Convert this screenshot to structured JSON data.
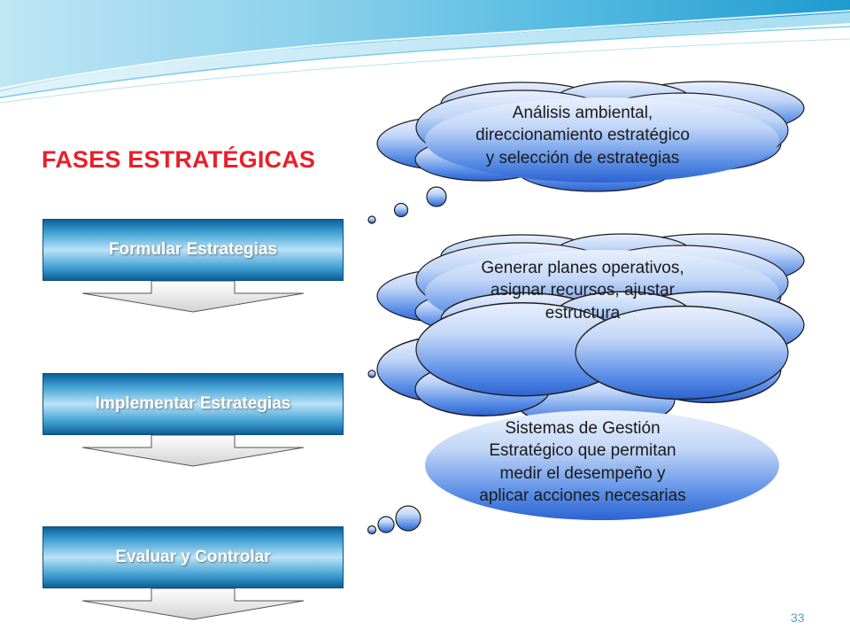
{
  "slide": {
    "title": "FASES ESTRATÉGICAS",
    "slide_number": "33"
  },
  "phases": [
    {
      "label": "Formular Estrategias"
    },
    {
      "label": "Implementar Estrategias"
    },
    {
      "label": "Evaluar y Controlar"
    }
  ],
  "clouds": [
    {
      "lines": [
        "Análisis ambiental,",
        "direccionamiento estratégico",
        "y selección de estrategias"
      ]
    },
    {
      "lines": [
        "Generar planes operativos,",
        "asignar recursos, ajustar",
        "estructura"
      ]
    },
    {
      "lines": [
        "Sistemas de Gestión",
        "Estratégico que permitan",
        "medir el desempeño y",
        "aplicar acciones necesarias"
      ]
    }
  ],
  "colors": {
    "title": "#e8202a",
    "phase_dark": "#0c5f96",
    "phase_light": "#b9e3f7",
    "cloud_dark": "#2d63d2",
    "cloud_light": "#d6e4fb",
    "slide_number": "#5a9ec8"
  }
}
